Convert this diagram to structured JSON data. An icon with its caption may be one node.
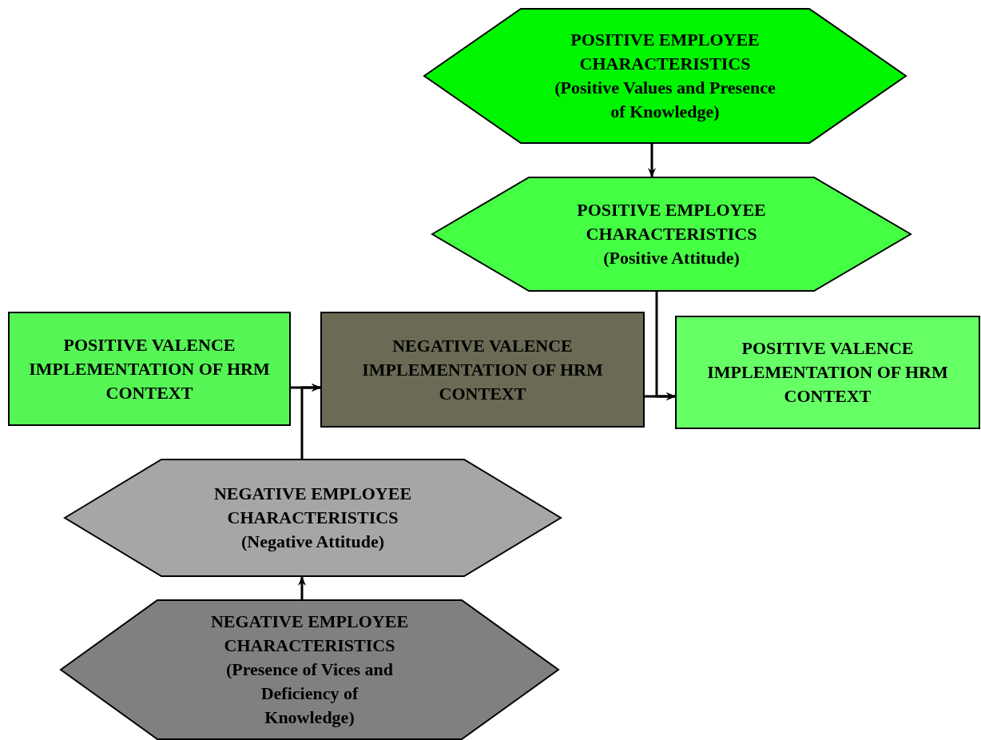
{
  "diagram": {
    "nodes": [
      {
        "text": [
          "POSITIVE EMPLOYEE CHARACTERISTICS",
          "(Positive Values and Presence of Knowledge)"
        ]
      },
      {
        "text": [
          "POSITIVE EMPLOYEE CHARACTERISTICS",
          "(Positive Attitude)"
        ]
      },
      {
        "text": [
          "POSITIVE VALENCE IMPLEMENTATION OF HRM CONTEXT"
        ]
      },
      {
        "text": [
          "NEGATIVE VALENCE IMPLEMENTATION OF HRM CONTEXT"
        ]
      },
      {
        "text": [
          "POSITIVE VALENCE IMPLEMENTATION OF HRM CONTEXT"
        ]
      },
      {
        "text": [
          "NEGATIVE EMPLOYEE CHARACTERISTICS",
          "(Negative Attitude)"
        ]
      },
      {
        "text": [
          "NEGATIVE EMPLOYEE CHARACTERISTICS",
          "(Presence of Vices and Deficiency of Knowledge)"
        ]
      }
    ],
    "edges": [
      {
        "from": 0,
        "to": 1,
        "arrow": "to"
      },
      {
        "from": 1,
        "to": 4,
        "arrow": "to"
      },
      {
        "from": 2,
        "to": 3,
        "arrow": "to"
      },
      {
        "from": 3,
        "to": 4,
        "arrow": "to"
      },
      {
        "from": 5,
        "to": 3,
        "arrow": "to"
      },
      {
        "from": 6,
        "to": 5,
        "arrow": "to"
      }
    ]
  }
}
